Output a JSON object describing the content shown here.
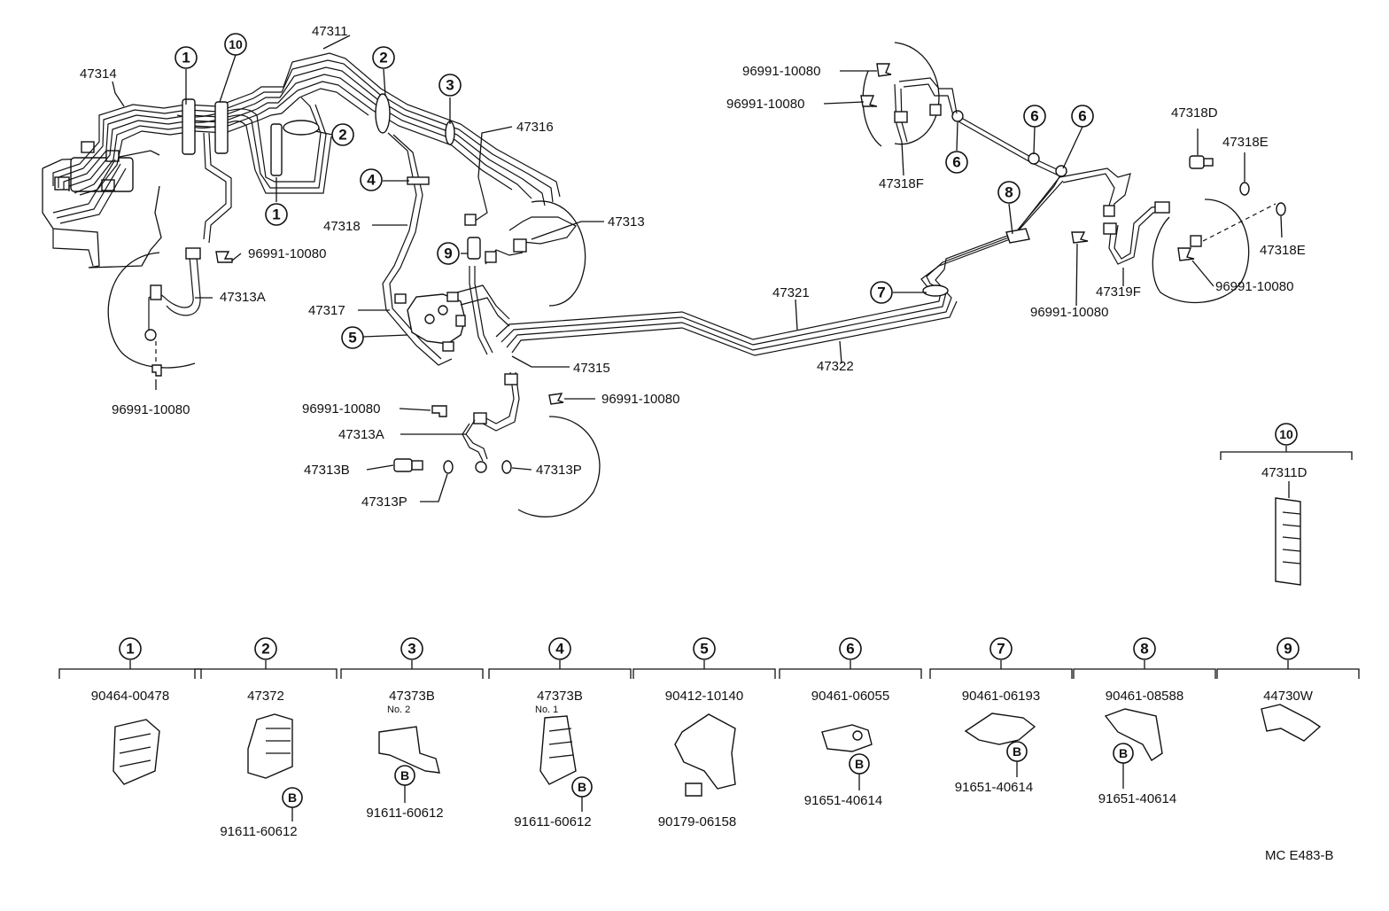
{
  "diagram_code": "MC E483-B",
  "callouts": {
    "c1a": "1",
    "c1b": "1",
    "c10": "10",
    "c2a": "2",
    "c2b": "2",
    "c3": "3",
    "c4": "4",
    "c9": "9",
    "c5": "5",
    "c6a": "6",
    "c6b": "6",
    "c6c": "6",
    "c8": "8",
    "c7": "7",
    "c10legend": "10"
  },
  "labels": {
    "p47311": "47311",
    "p47314": "47314",
    "p47316": "47316",
    "p47318": "47318",
    "p47313": "47313",
    "p47317": "47317",
    "p47315": "47315",
    "p47313A_left": "47313A",
    "p47313A_mid": "47313A",
    "p47313B": "47313B",
    "p47313P_right": "47313P",
    "p47313P_left": "47313P",
    "clip_left_1": "96991-10080",
    "clip_left_2": "96991-10080",
    "clip_mid_1": "96991-10080",
    "clip_mid_2": "96991-10080",
    "clip_top_1": "96991-10080",
    "clip_top_2": "96991-10080",
    "clip_right_1": "96991-10080",
    "clip_right_2": "96991-10080",
    "p47318F": "47318F",
    "p47318D": "47318D",
    "p47318E_top": "47318E",
    "p47318E_bottom": "47318E",
    "p47319F": "47319F",
    "p47321": "47321",
    "p47322": "47322",
    "p47311D": "47311D"
  },
  "legend": [
    {
      "num": "1",
      "part": "90464-00478",
      "sub": "",
      "bolt": ""
    },
    {
      "num": "2",
      "part": "47372",
      "sub": "",
      "bolt": "91611-60612"
    },
    {
      "num": "3",
      "part": "47373B",
      "sub": "No. 2",
      "bolt": "91611-60612"
    },
    {
      "num": "4",
      "part": "47373B",
      "sub": "No. 1",
      "bolt": "91611-60612"
    },
    {
      "num": "5",
      "part": "90412-10140",
      "sub": "",
      "bolt": "90179-06158"
    },
    {
      "num": "6",
      "part": "90461-06055",
      "sub": "",
      "bolt": "91651-40614"
    },
    {
      "num": "7",
      "part": "90461-06193",
      "sub": "",
      "bolt": "91651-40614"
    },
    {
      "num": "8",
      "part": "90461-08588",
      "sub": "",
      "bolt": "91651-40614"
    },
    {
      "num": "9",
      "part": "44730W",
      "sub": "",
      "bolt": ""
    }
  ],
  "bolt_marker": "B"
}
